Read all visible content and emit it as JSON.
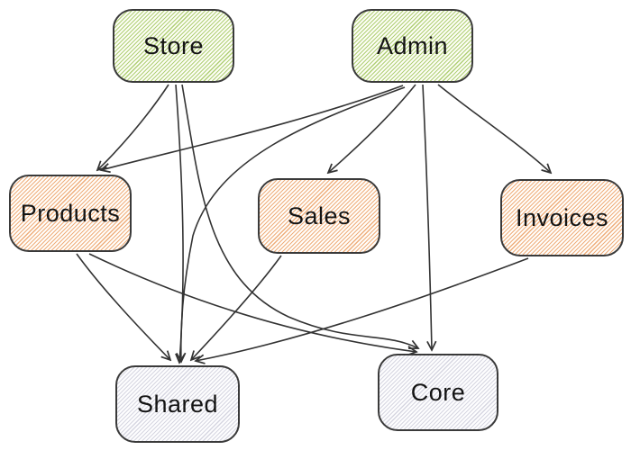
{
  "diagram": {
    "kind": "module-dependency-graph",
    "background": "#ffffff",
    "node_border_color": "#3a3a3a",
    "edge_color": "#333333",
    "hatch_colors": {
      "green": "#a3c761",
      "orange": "#e99452",
      "gray": "#9696b2"
    }
  },
  "nodes": {
    "store": {
      "label": "Store",
      "tier": "top",
      "fill": "green-hatch"
    },
    "admin": {
      "label": "Admin",
      "tier": "top",
      "fill": "green-hatch"
    },
    "products": {
      "label": "Products",
      "tier": "middle",
      "fill": "orange-hatch"
    },
    "sales": {
      "label": "Sales",
      "tier": "middle",
      "fill": "orange-hatch"
    },
    "invoices": {
      "label": "Invoices",
      "tier": "middle",
      "fill": "orange-hatch"
    },
    "shared": {
      "label": "Shared",
      "tier": "bottom",
      "fill": "gray-hatch"
    },
    "core": {
      "label": "Core",
      "tier": "bottom",
      "fill": "gray-hatch"
    }
  },
  "edges": [
    {
      "from": "Store",
      "to": "Products"
    },
    {
      "from": "Store",
      "to": "Shared"
    },
    {
      "from": "Store",
      "to": "Core"
    },
    {
      "from": "Admin",
      "to": "Products"
    },
    {
      "from": "Admin",
      "to": "Sales"
    },
    {
      "from": "Admin",
      "to": "Invoices"
    },
    {
      "from": "Admin",
      "to": "Shared"
    },
    {
      "from": "Admin",
      "to": "Core"
    },
    {
      "from": "Products",
      "to": "Shared"
    },
    {
      "from": "Products",
      "to": "Core"
    },
    {
      "from": "Sales",
      "to": "Shared"
    },
    {
      "from": "Invoices",
      "to": "Shared"
    }
  ]
}
